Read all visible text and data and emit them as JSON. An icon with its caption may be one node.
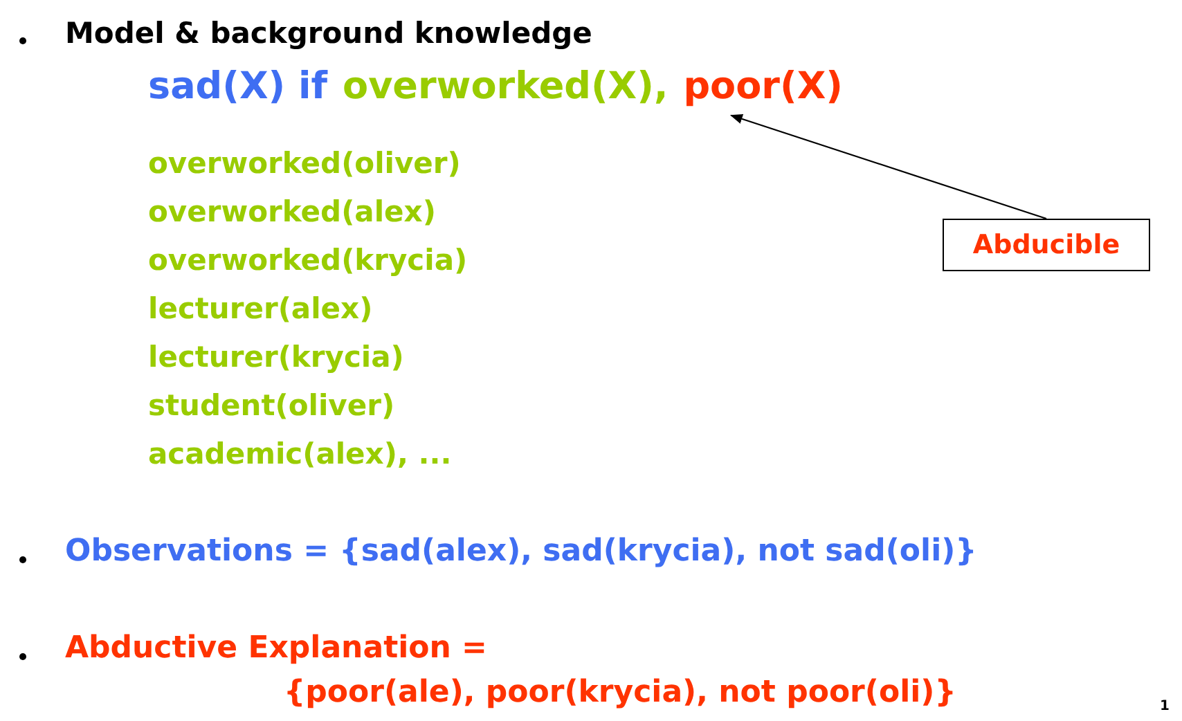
{
  "diagram": {
    "nodes": [
      {
        "text": [
          "Abducible"
        ]
      },
      {
        "text": [
          "poor(X)"
        ]
      }
    ],
    "edges": [
      {
        "from": 0,
        "to": 1,
        "arrow": "to"
      }
    ],
    "labels": [
      "Model & background knowledge",
      "sad(X) if",
      "overworked(X),",
      "overworked(oliver)",
      "overworked(alex)",
      "overworked(krycia)",
      "lecturer(alex)",
      "lecturer(krycia)",
      "student(oliver)",
      "academic(alex), ...",
      "Observations = {sad(alex), sad(krycia), not sad(oli)}",
      "Abductive Explanation =",
      "{poor(ale), poor(krycia), not poor(oli)}",
      "1"
    ]
  }
}
